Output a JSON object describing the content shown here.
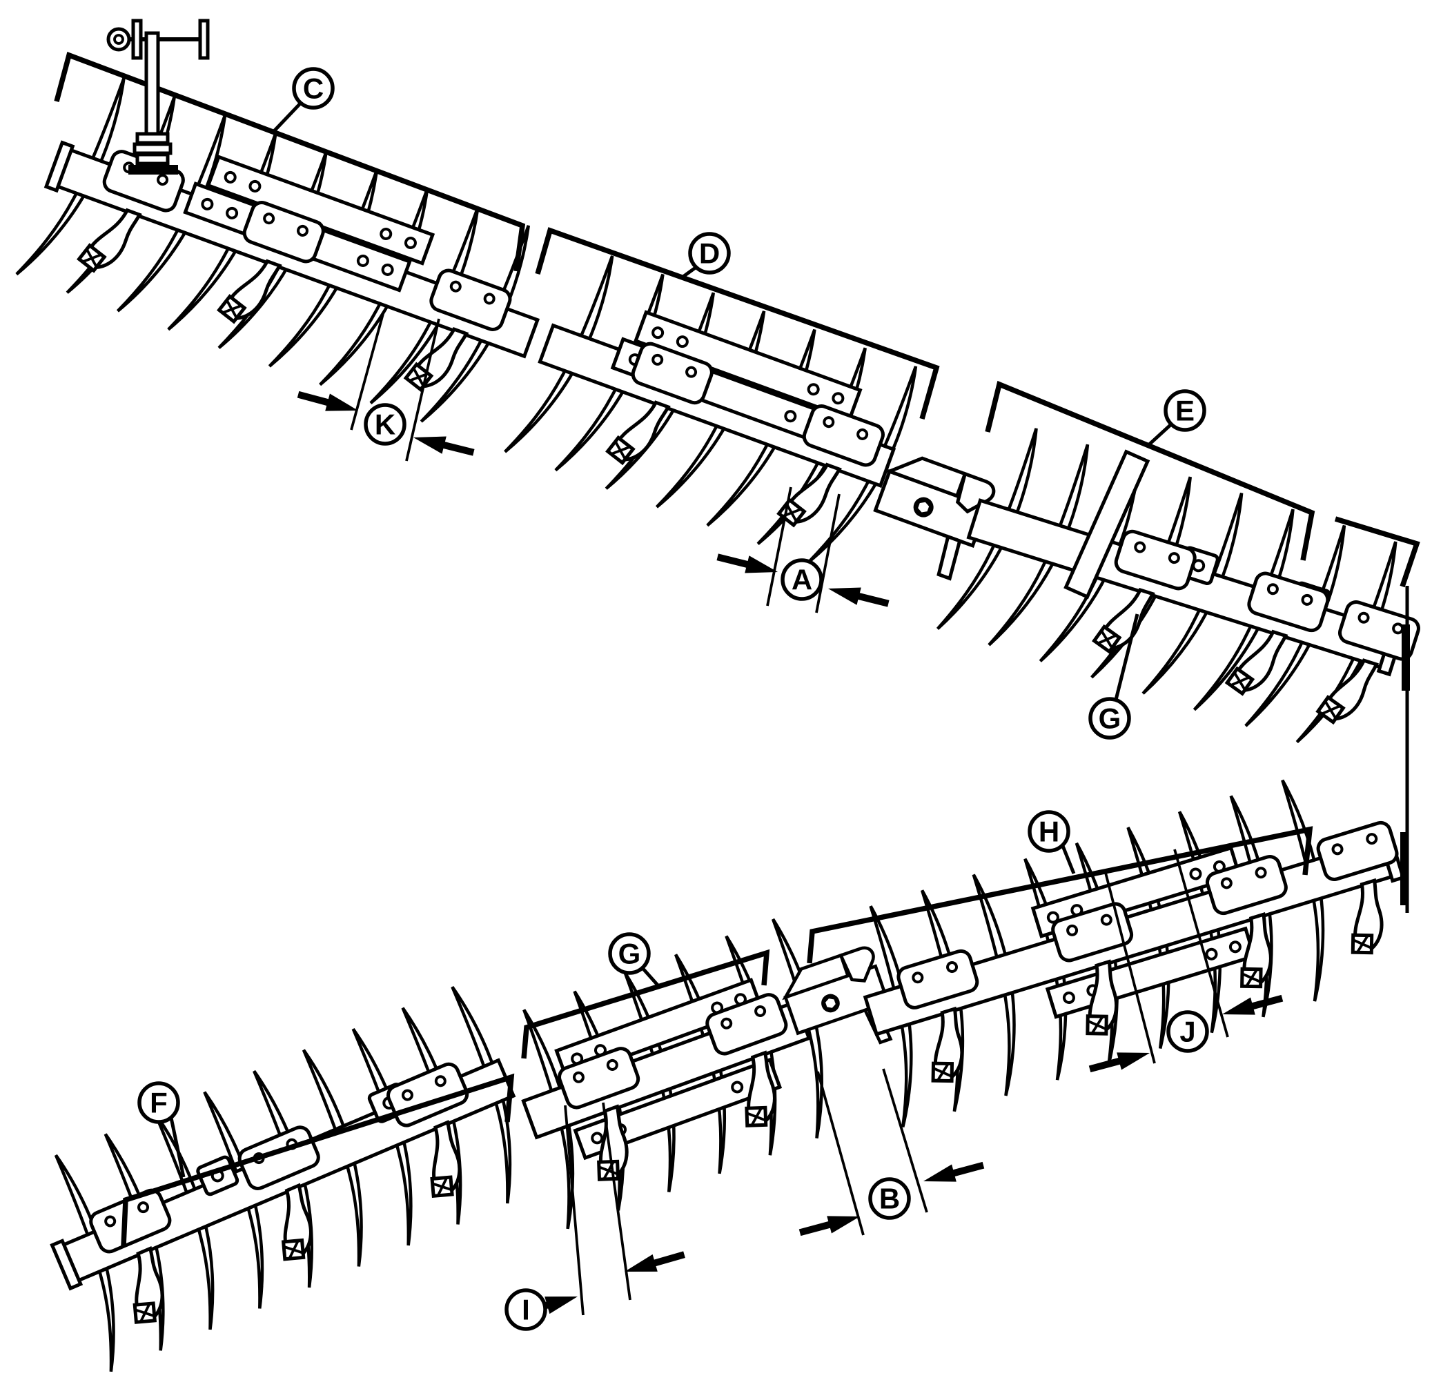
{
  "figure": {
    "kind": "technical-line-diagram",
    "subject": "Disk gang assemblies with circled letter callouts",
    "ink_color": "#000000",
    "paper_color": "#ffffff"
  },
  "callouts": [
    {
      "label": "C",
      "kind": "gang-bracket-label"
    },
    {
      "label": "D",
      "kind": "gang-bracket-label"
    },
    {
      "label": "E",
      "kind": "gang-bracket-label"
    },
    {
      "label": "K",
      "kind": "spacing-dimension"
    },
    {
      "label": "A",
      "kind": "spacing-dimension"
    },
    {
      "label": "G",
      "kind": "part-pointer"
    },
    {
      "label": "H",
      "kind": "gang-bracket-label"
    },
    {
      "label": "G",
      "kind": "gang-bracket-label"
    },
    {
      "label": "F",
      "kind": "gang-bracket-label"
    },
    {
      "label": "B",
      "kind": "spacing-dimension"
    },
    {
      "label": "I",
      "kind": "spacing-dimension"
    },
    {
      "label": "J",
      "kind": "spacing-dimension"
    }
  ]
}
